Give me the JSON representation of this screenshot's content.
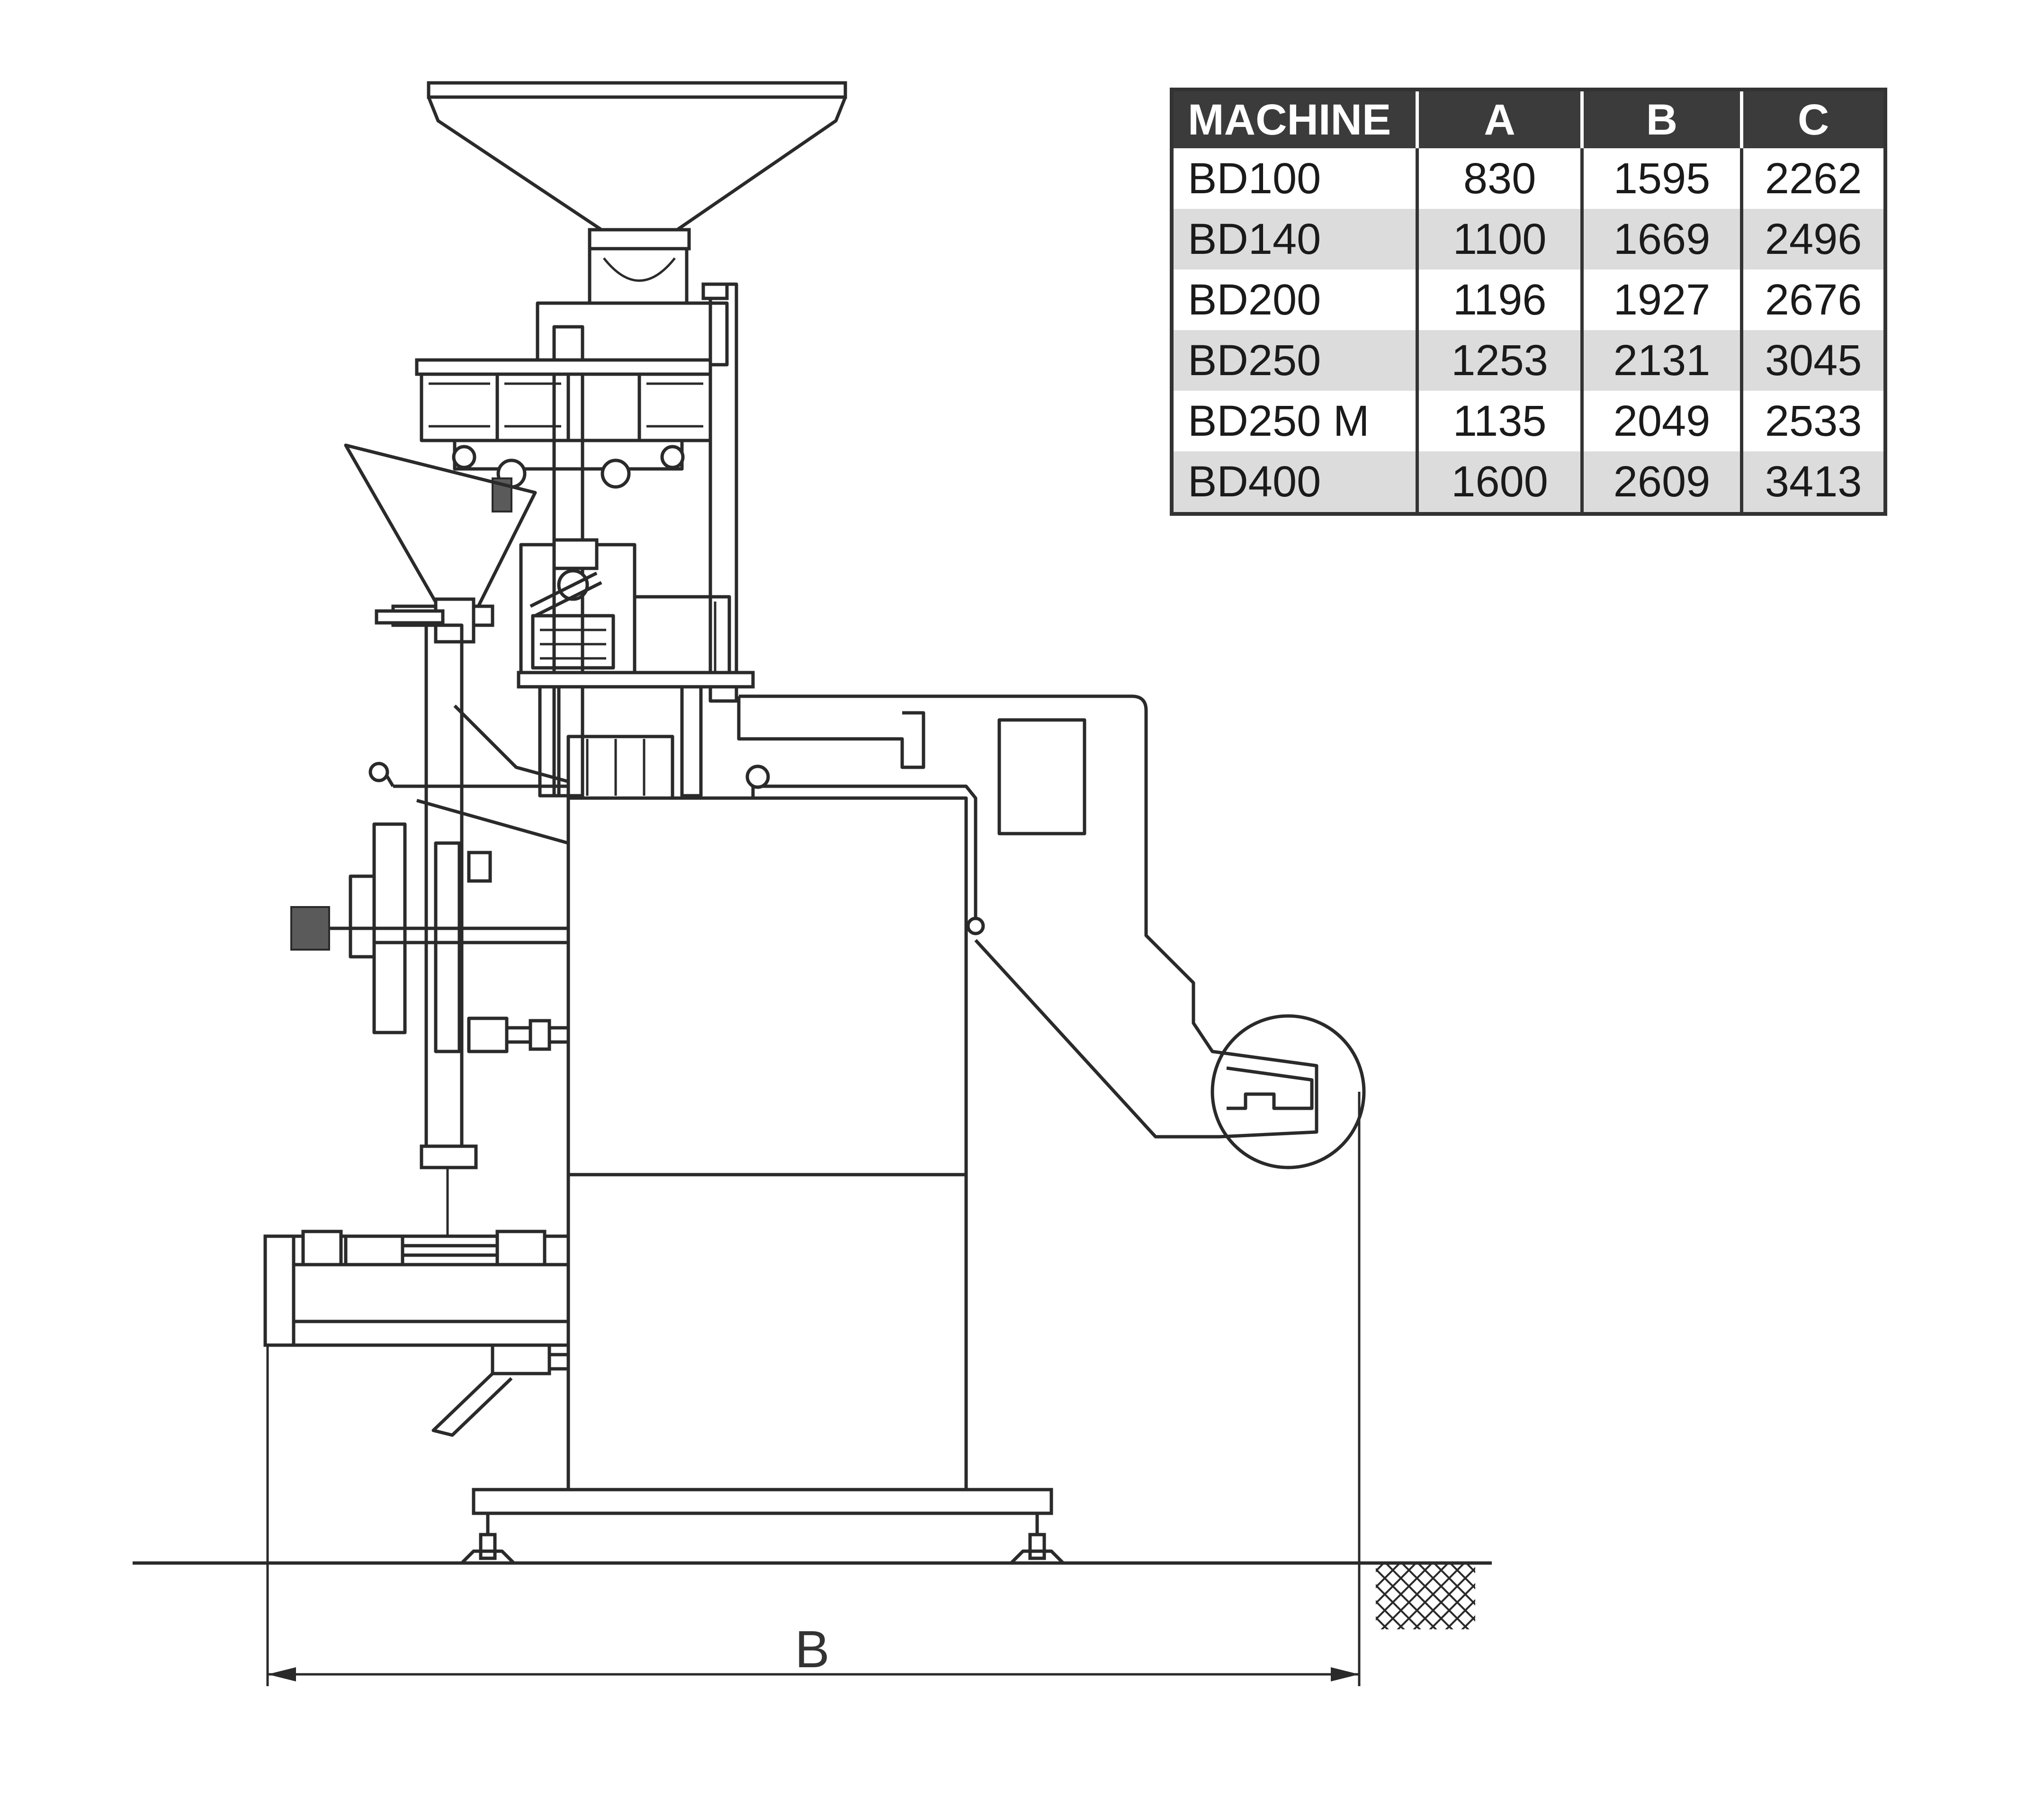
{
  "table": {
    "headers": [
      "MACHINE",
      "A",
      "B",
      "C"
    ],
    "rows": [
      [
        "BD100",
        "830",
        "1595",
        "2262"
      ],
      [
        "BD140",
        "1100",
        "1669",
        "2496"
      ],
      [
        "BD200",
        "1196",
        "1927",
        "2676"
      ],
      [
        "BD250",
        "1253",
        "2131",
        "3045"
      ],
      [
        "BD250 M",
        "1135",
        "2049",
        "2533"
      ],
      [
        "BD400",
        "1600",
        "2609",
        "3413"
      ]
    ]
  },
  "dimension_label": "B",
  "colors": {
    "line": "#2a2a2a",
    "header_bg": "#3b3b3b",
    "alt_row": "#dcdcdc"
  }
}
